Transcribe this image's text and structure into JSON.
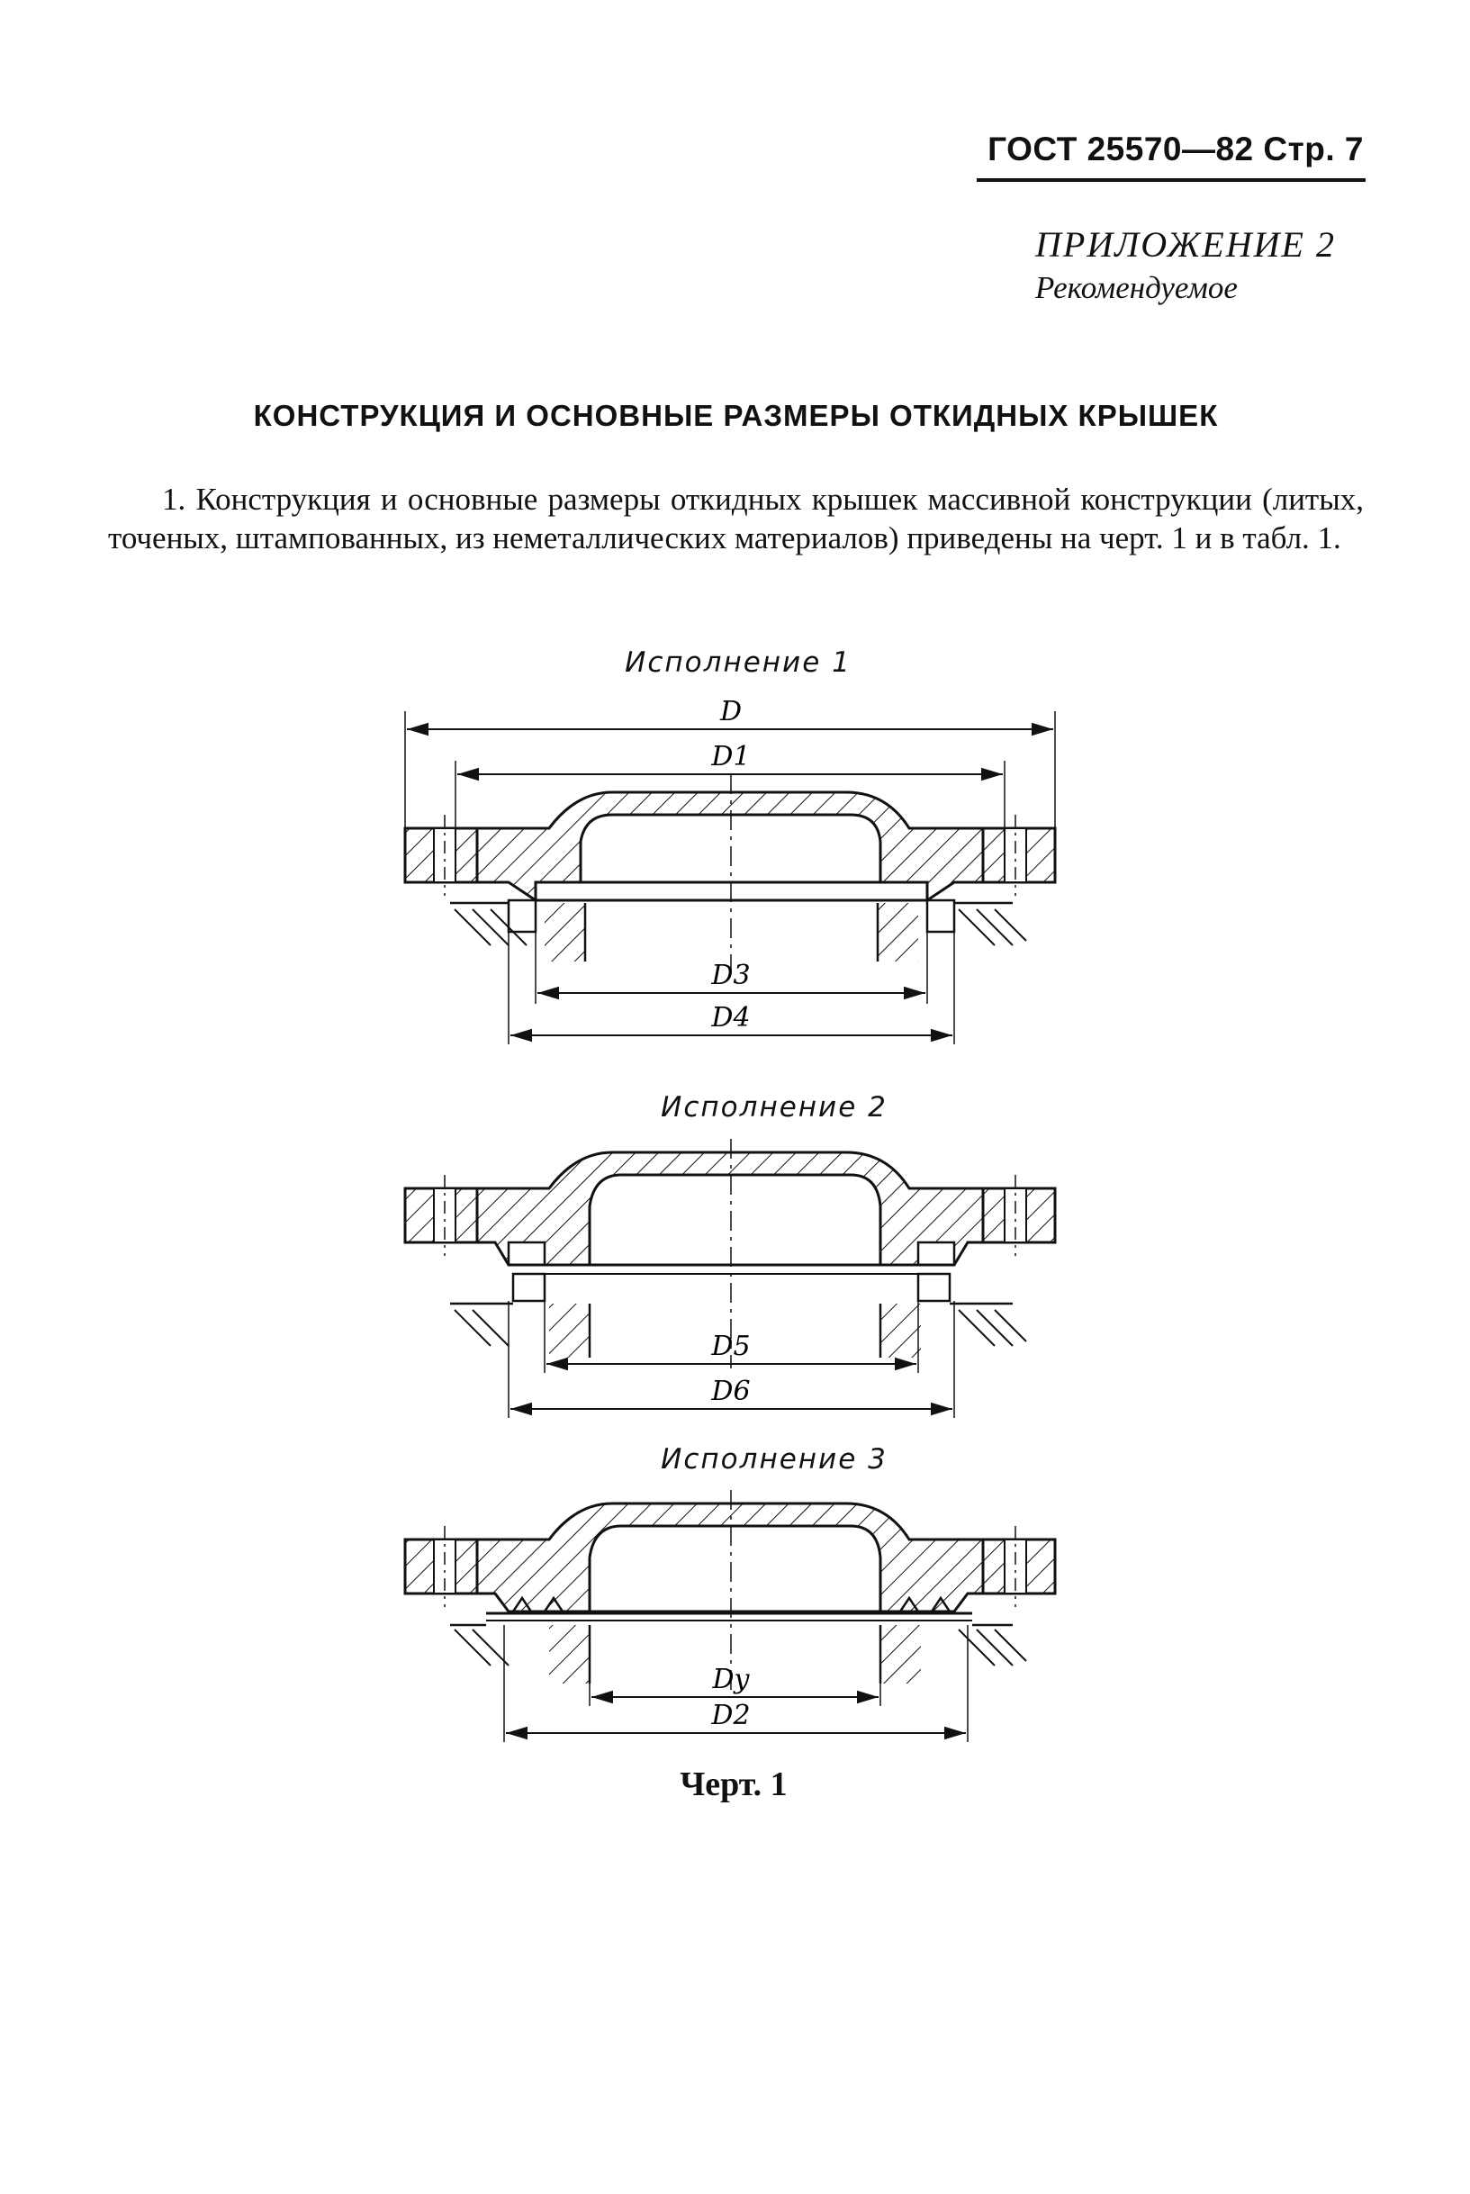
{
  "header": {
    "standard": "ГОСТ 25570—82 Стр. 7"
  },
  "appendix": {
    "title": "ПРИЛОЖЕНИЕ 2",
    "status": "Рекомендуемое"
  },
  "section_title": "КОНСТРУКЦИЯ И ОСНОВНЫЕ РАЗМЕРЫ ОТКИДНЫХ КРЫШЕК",
  "paragraph": "1. Конструкция и основные размеры откидных крышек массивной конструкции (литых, точеных, штампованных, из неметаллических материалов) приведены на черт. 1 и в табл. 1.",
  "figures": [
    {
      "label": "Исполнение 1",
      "dims": {
        "d": "D",
        "d1": "D1",
        "d3": "D3",
        "d4": "D4"
      }
    },
    {
      "label": "Исполнение 2",
      "dims": {
        "d5": "D5",
        "d6": "D6"
      }
    },
    {
      "label": "Исполнение 3",
      "dims": {
        "dy": "Dy",
        "d2": "D2"
      }
    }
  ],
  "caption": "Черт. 1"
}
